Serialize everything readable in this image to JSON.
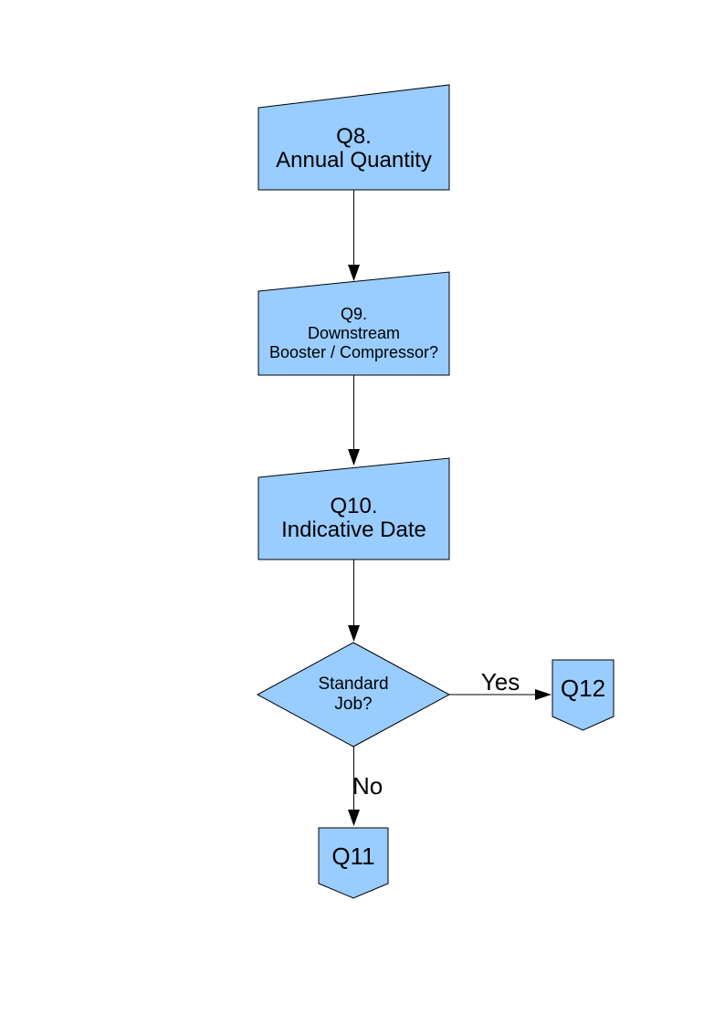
{
  "colors": {
    "shape_fill": "#99ccff",
    "shape_border": "#000000",
    "connector": "#000000",
    "text": "#000000",
    "page_background": "#ffffff"
  },
  "flowchart": {
    "nodes": [
      {
        "id": "q8",
        "type": "manual-input-box",
        "label_lines": [
          "Q8.",
          "Annual Quantity"
        ]
      },
      {
        "id": "q9",
        "type": "manual-input-box",
        "label_lines": [
          "Q9.",
          "Downstream",
          "Booster / Compressor?"
        ]
      },
      {
        "id": "q10",
        "type": "manual-input-box",
        "label_lines": [
          "Q10.",
          "Indicative Date"
        ]
      },
      {
        "id": "decision",
        "type": "decision-diamond",
        "label_lines": [
          "Standard",
          "Job?"
        ]
      },
      {
        "id": "q12",
        "type": "off-page-connector",
        "label_lines": [
          "Q12"
        ]
      },
      {
        "id": "q11",
        "type": "off-page-connector",
        "label_lines": [
          "Q11"
        ]
      }
    ],
    "edges": [
      {
        "from": "q8",
        "to": "q9",
        "label": ""
      },
      {
        "from": "q9",
        "to": "q10",
        "label": ""
      },
      {
        "from": "q10",
        "to": "decision",
        "label": ""
      },
      {
        "from": "decision",
        "to": "q12",
        "label": "Yes"
      },
      {
        "from": "decision",
        "to": "q11",
        "label": "No"
      }
    ]
  }
}
